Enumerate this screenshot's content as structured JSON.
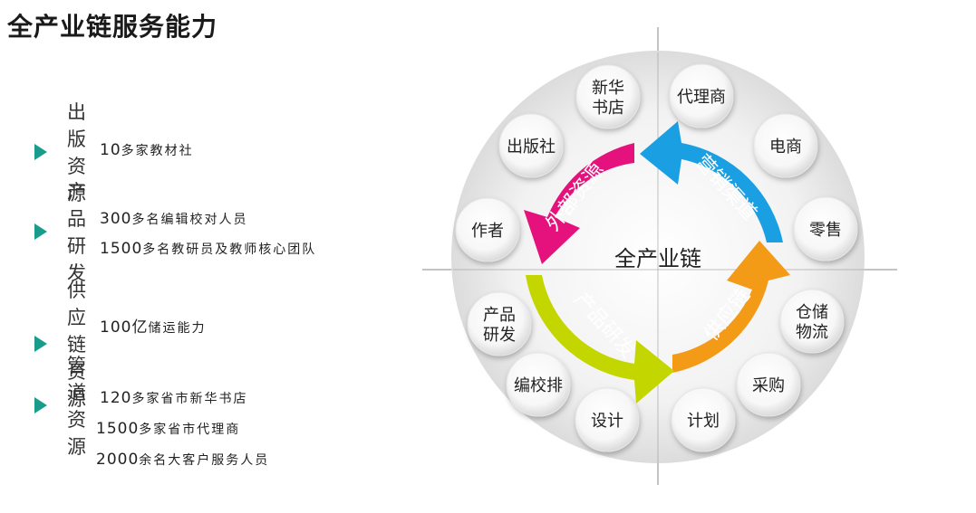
{
  "title": "全产业链服务能力",
  "sections": [
    {
      "label": "出版资源",
      "items": [
        {
          "num": "10",
          "text": "多家教材社"
        }
      ]
    },
    {
      "label": "产品研发",
      "items": [
        {
          "num": "300",
          "text": "多名编辑校对人员"
        },
        {
          "num": "1500",
          "text": "多名教研员及教师核心团队"
        }
      ]
    },
    {
      "label": "供应链资源",
      "items": [
        {
          "num": "100亿",
          "text": "储运能力"
        }
      ]
    },
    {
      "label": "管道资源",
      "items": [
        {
          "num": "120",
          "text": "多家省市新华书店"
        },
        {
          "num": "1500",
          "text": "多家省市代理商"
        },
        {
          "num": "2000",
          "text": "余名大客户服务人员"
        }
      ]
    }
  ],
  "diagram": {
    "center_label": "全产业链",
    "arrows": [
      {
        "label": "外部资源",
        "color": "#e5127d"
      },
      {
        "label": "营销渠道",
        "color": "#1b9fe3"
      },
      {
        "label": "供应链",
        "color": "#f39a17"
      },
      {
        "label": "产品研发",
        "color": "#c4d600"
      }
    ],
    "nodes": [
      {
        "label": "新华\n书店"
      },
      {
        "label": "代理商"
      },
      {
        "label": "电商"
      },
      {
        "label": "零售"
      },
      {
        "label": "仓储\n物流"
      },
      {
        "label": "采购"
      },
      {
        "label": "计划"
      },
      {
        "label": "设计"
      },
      {
        "label": "编校排"
      },
      {
        "label": "产品\n研发"
      },
      {
        "label": "作者"
      },
      {
        "label": "出版社"
      }
    ]
  }
}
